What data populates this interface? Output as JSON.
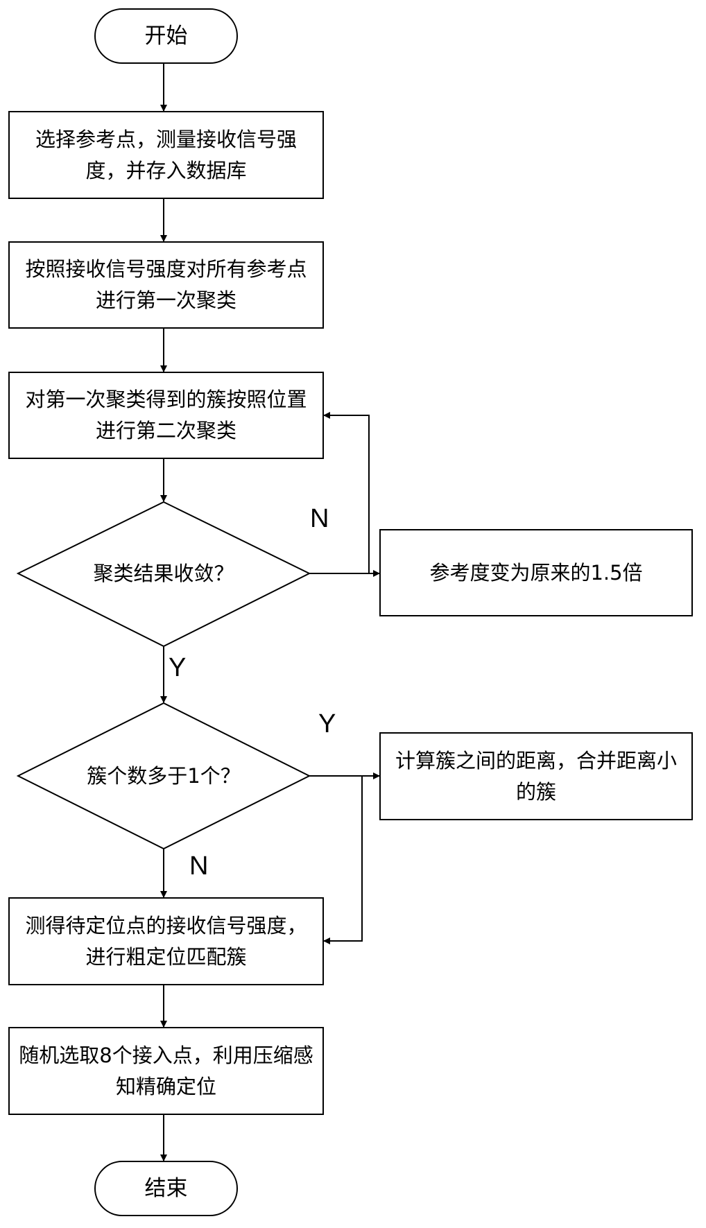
{
  "flowchart": {
    "start": "开始",
    "step1": "选择参考点，测量接收信号强度，并存入数据库",
    "step2": "按照接收信号强度对所有参考点进行第一次聚类",
    "step3": "对第一次聚类得到的簇按照位置进行第二次聚类",
    "decision1": "聚类结果收敛？",
    "adjust": "参考度变为原来的1.5倍",
    "decision2": "簇个数多于1个？",
    "merge": "计算簇之间的距离，合并距离小的簇",
    "step4": "测得待定位点的接收信号强度，进行粗定位匹配簇",
    "step5": "随机选取8个接入点，利用压缩感知精确定位",
    "end": "结束"
  },
  "labels": {
    "d1_no": "N",
    "d1_yes": "Y",
    "d2_yes": "Y",
    "d2_no": "N"
  },
  "colors": {
    "line": "#000000",
    "fill": "#ffffff"
  }
}
